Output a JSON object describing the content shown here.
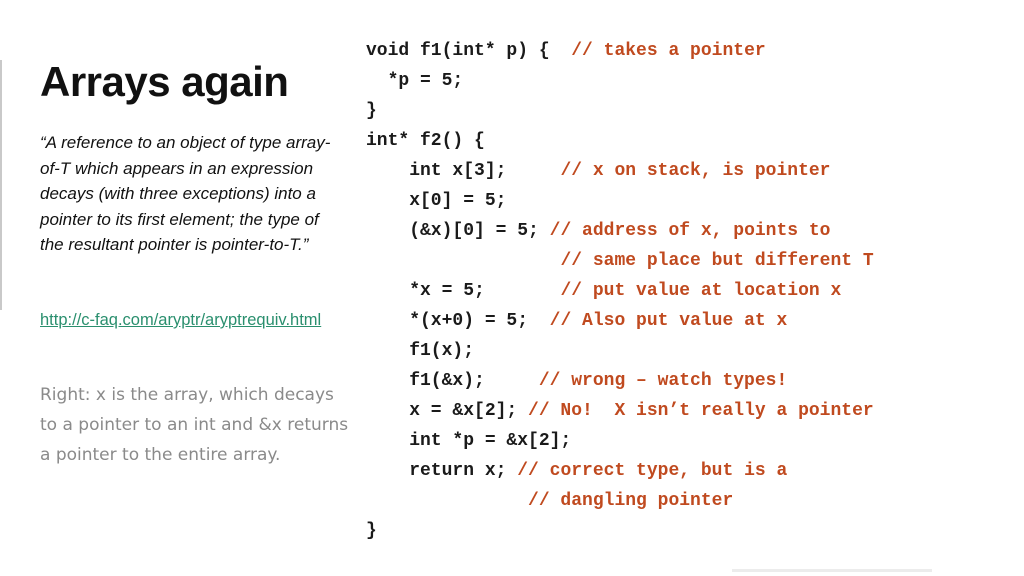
{
  "slide": {
    "title": "Arrays again",
    "quote": "“A reference to an object of type array-of-T which appears in an expression decays (with three exceptions) into a pointer to its first element; the type of the resultant pointer is pointer-to-T.”",
    "link": "http://c-faq.com/aryptr/aryptrequiv.html",
    "explanation": "Right:   x is the array, which decays to a pointer to an int and &x returns a pointer to the entire array."
  },
  "code_lines": [
    {
      "code": "void f1(int* p) {  ",
      "comment": "// takes a pointer"
    },
    {
      "code": "  *p = 5;",
      "comment": ""
    },
    {
      "code": "}",
      "comment": ""
    },
    {
      "code": "int* f2() {",
      "comment": ""
    },
    {
      "code": "    int x[3];     ",
      "comment": "// x on stack, is pointer"
    },
    {
      "code": "    x[0] = 5;",
      "comment": ""
    },
    {
      "code": "    (&x)[0] = 5; ",
      "comment": "// address of x, points to"
    },
    {
      "code": "                  ",
      "comment": "// same place but different T"
    },
    {
      "code": "    *x = 5;       ",
      "comment": "// put value at location x"
    },
    {
      "code": "    *(x+0) = 5;  ",
      "comment": "// Also put value at x"
    },
    {
      "code": "    f1(x);",
      "comment": ""
    },
    {
      "code": "    f1(&x);     ",
      "comment": "// wrong – watch types!"
    },
    {
      "code": "    x = &x[2]; ",
      "comment": "// No!  X isn’t really a pointer"
    },
    {
      "code": "    int *p = &x[2];",
      "comment": ""
    },
    {
      "code": "    return x; ",
      "comment": "// correct type, but is a"
    },
    {
      "code": "               ",
      "comment": "// dangling pointer"
    },
    {
      "code": "}",
      "comment": ""
    }
  ]
}
